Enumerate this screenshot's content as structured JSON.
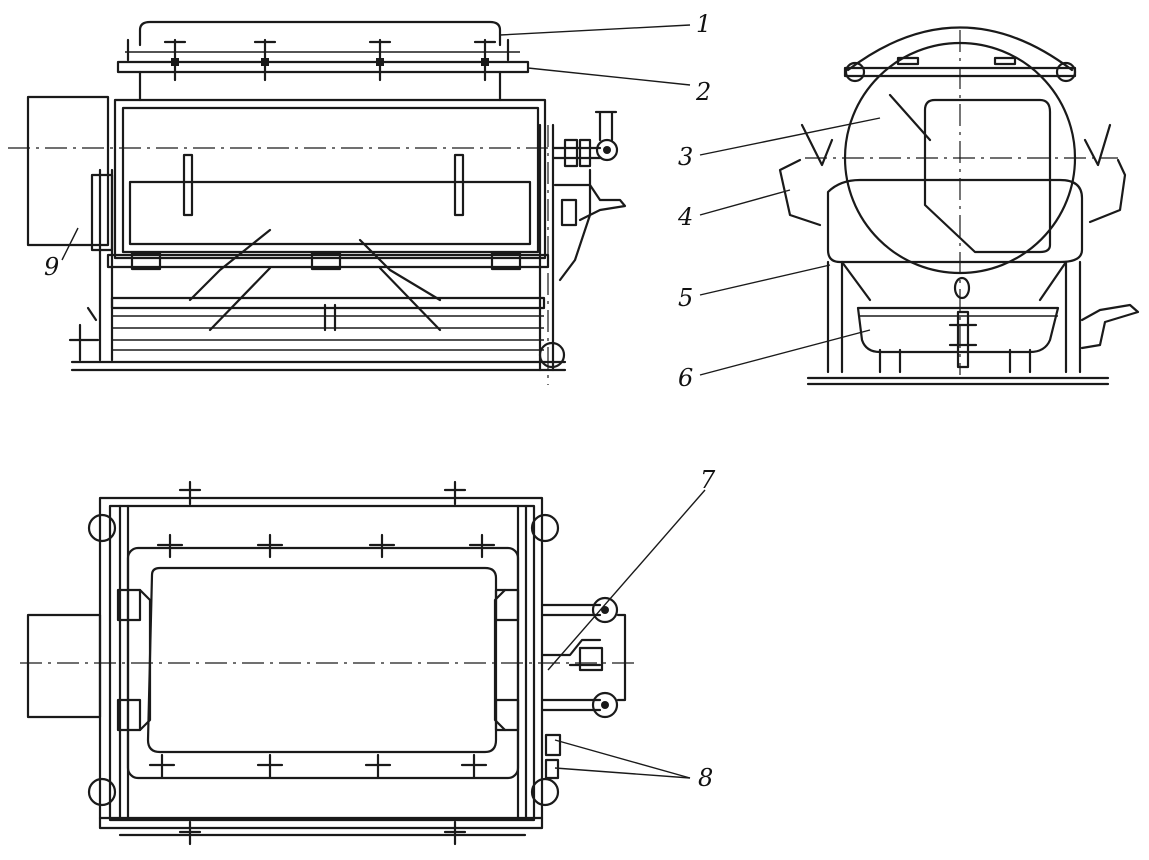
{
  "callouts": [
    {
      "id": "1",
      "label": "1"
    },
    {
      "id": "2",
      "label": "2"
    },
    {
      "id": "3",
      "label": "3"
    },
    {
      "id": "4",
      "label": "4"
    },
    {
      "id": "5",
      "label": "5"
    },
    {
      "id": "6",
      "label": "6"
    },
    {
      "id": "7",
      "label": "7"
    },
    {
      "id": "8",
      "label": "8"
    },
    {
      "id": "9",
      "label": "9"
    }
  ],
  "colors": {
    "ink": "#1a1a1a",
    "paper": "#ffffff"
  }
}
